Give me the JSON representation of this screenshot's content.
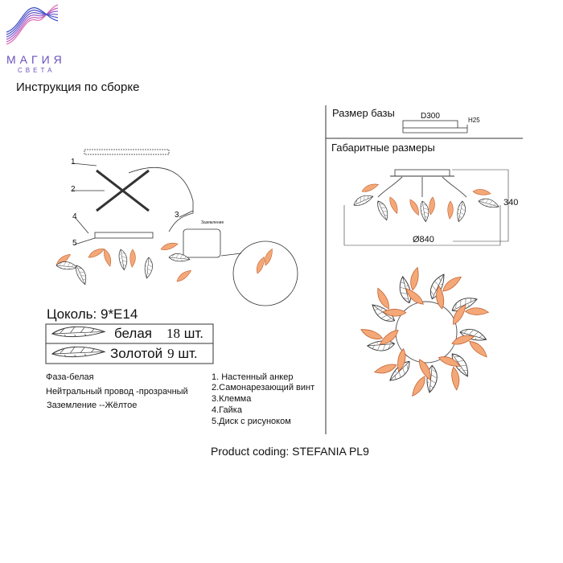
{
  "logo": {
    "line1": "МАГИЯ",
    "line2": "СВЕТА",
    "colors": [
      "#e05aa0",
      "#8a5cc8",
      "#3a4ac0"
    ]
  },
  "title": "Инструкция по сборке",
  "base_size": {
    "label": "Размер базы",
    "diameter": "D300",
    "height": "H25"
  },
  "overall_size": {
    "label": "Габаритные размеры",
    "height": "340",
    "diameter": "Ø840"
  },
  "part_labels": [
    "1",
    "2",
    "3",
    "4",
    "5"
  ],
  "socket": {
    "label": "Цоколь:",
    "value": "9*E14"
  },
  "leaves": [
    {
      "color": "белая",
      "count": "18",
      "unit": "шт."
    },
    {
      "color": "Золотой",
      "count": "9",
      "unit": "шт."
    }
  ],
  "wiring": [
    "Фаза-белая",
    "Нейтральный провод -прозрачный",
    "Заземление --Жёлтое"
  ],
  "parts": [
    "1. Настенный анкер",
    "2.Самонарезающий винт",
    "3.Клемма",
    "4.Гайка",
    "5.Диск с рисуноком"
  ],
  "terminal_caption": "Заземление",
  "product_coding": "Product coding: STEFANIA PL9",
  "accent_orange": "#f0a070"
}
